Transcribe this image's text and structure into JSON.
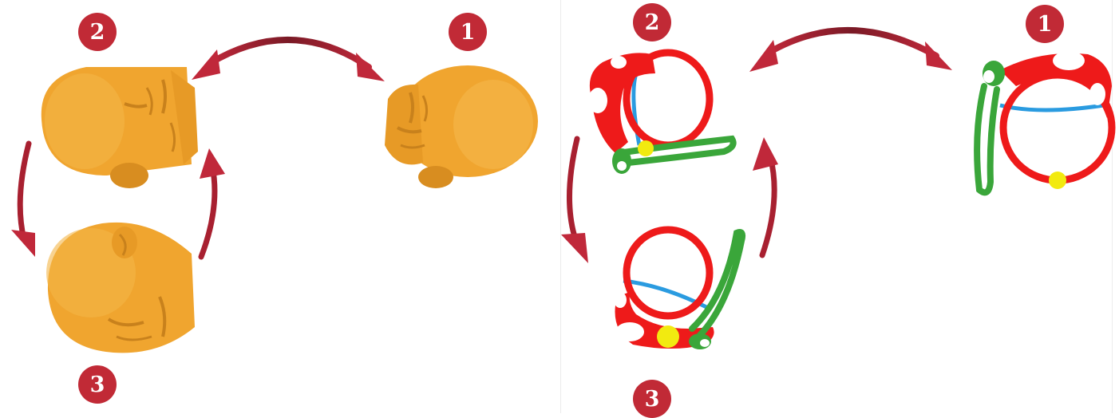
{
  "colors": {
    "badge": "#c12a36",
    "arrow": "#b02230",
    "head": "#f0a52f",
    "head_shadow": "#c8811c",
    "loop_red": "#ee1a1a",
    "loop_blue": "#2a9be0",
    "loop_green": "#3aa63a",
    "node_yellow": "#f2ea10"
  },
  "left_panel": {
    "badges": {
      "one": "1",
      "two": "2",
      "three": "3"
    },
    "figures": [
      "head-pose-1",
      "head-pose-2",
      "head-pose-3"
    ]
  },
  "right_panel": {
    "badges": {
      "one": "1",
      "two": "2",
      "three": "3"
    },
    "figures": [
      "loop-model-1",
      "loop-model-2",
      "loop-model-3"
    ]
  }
}
